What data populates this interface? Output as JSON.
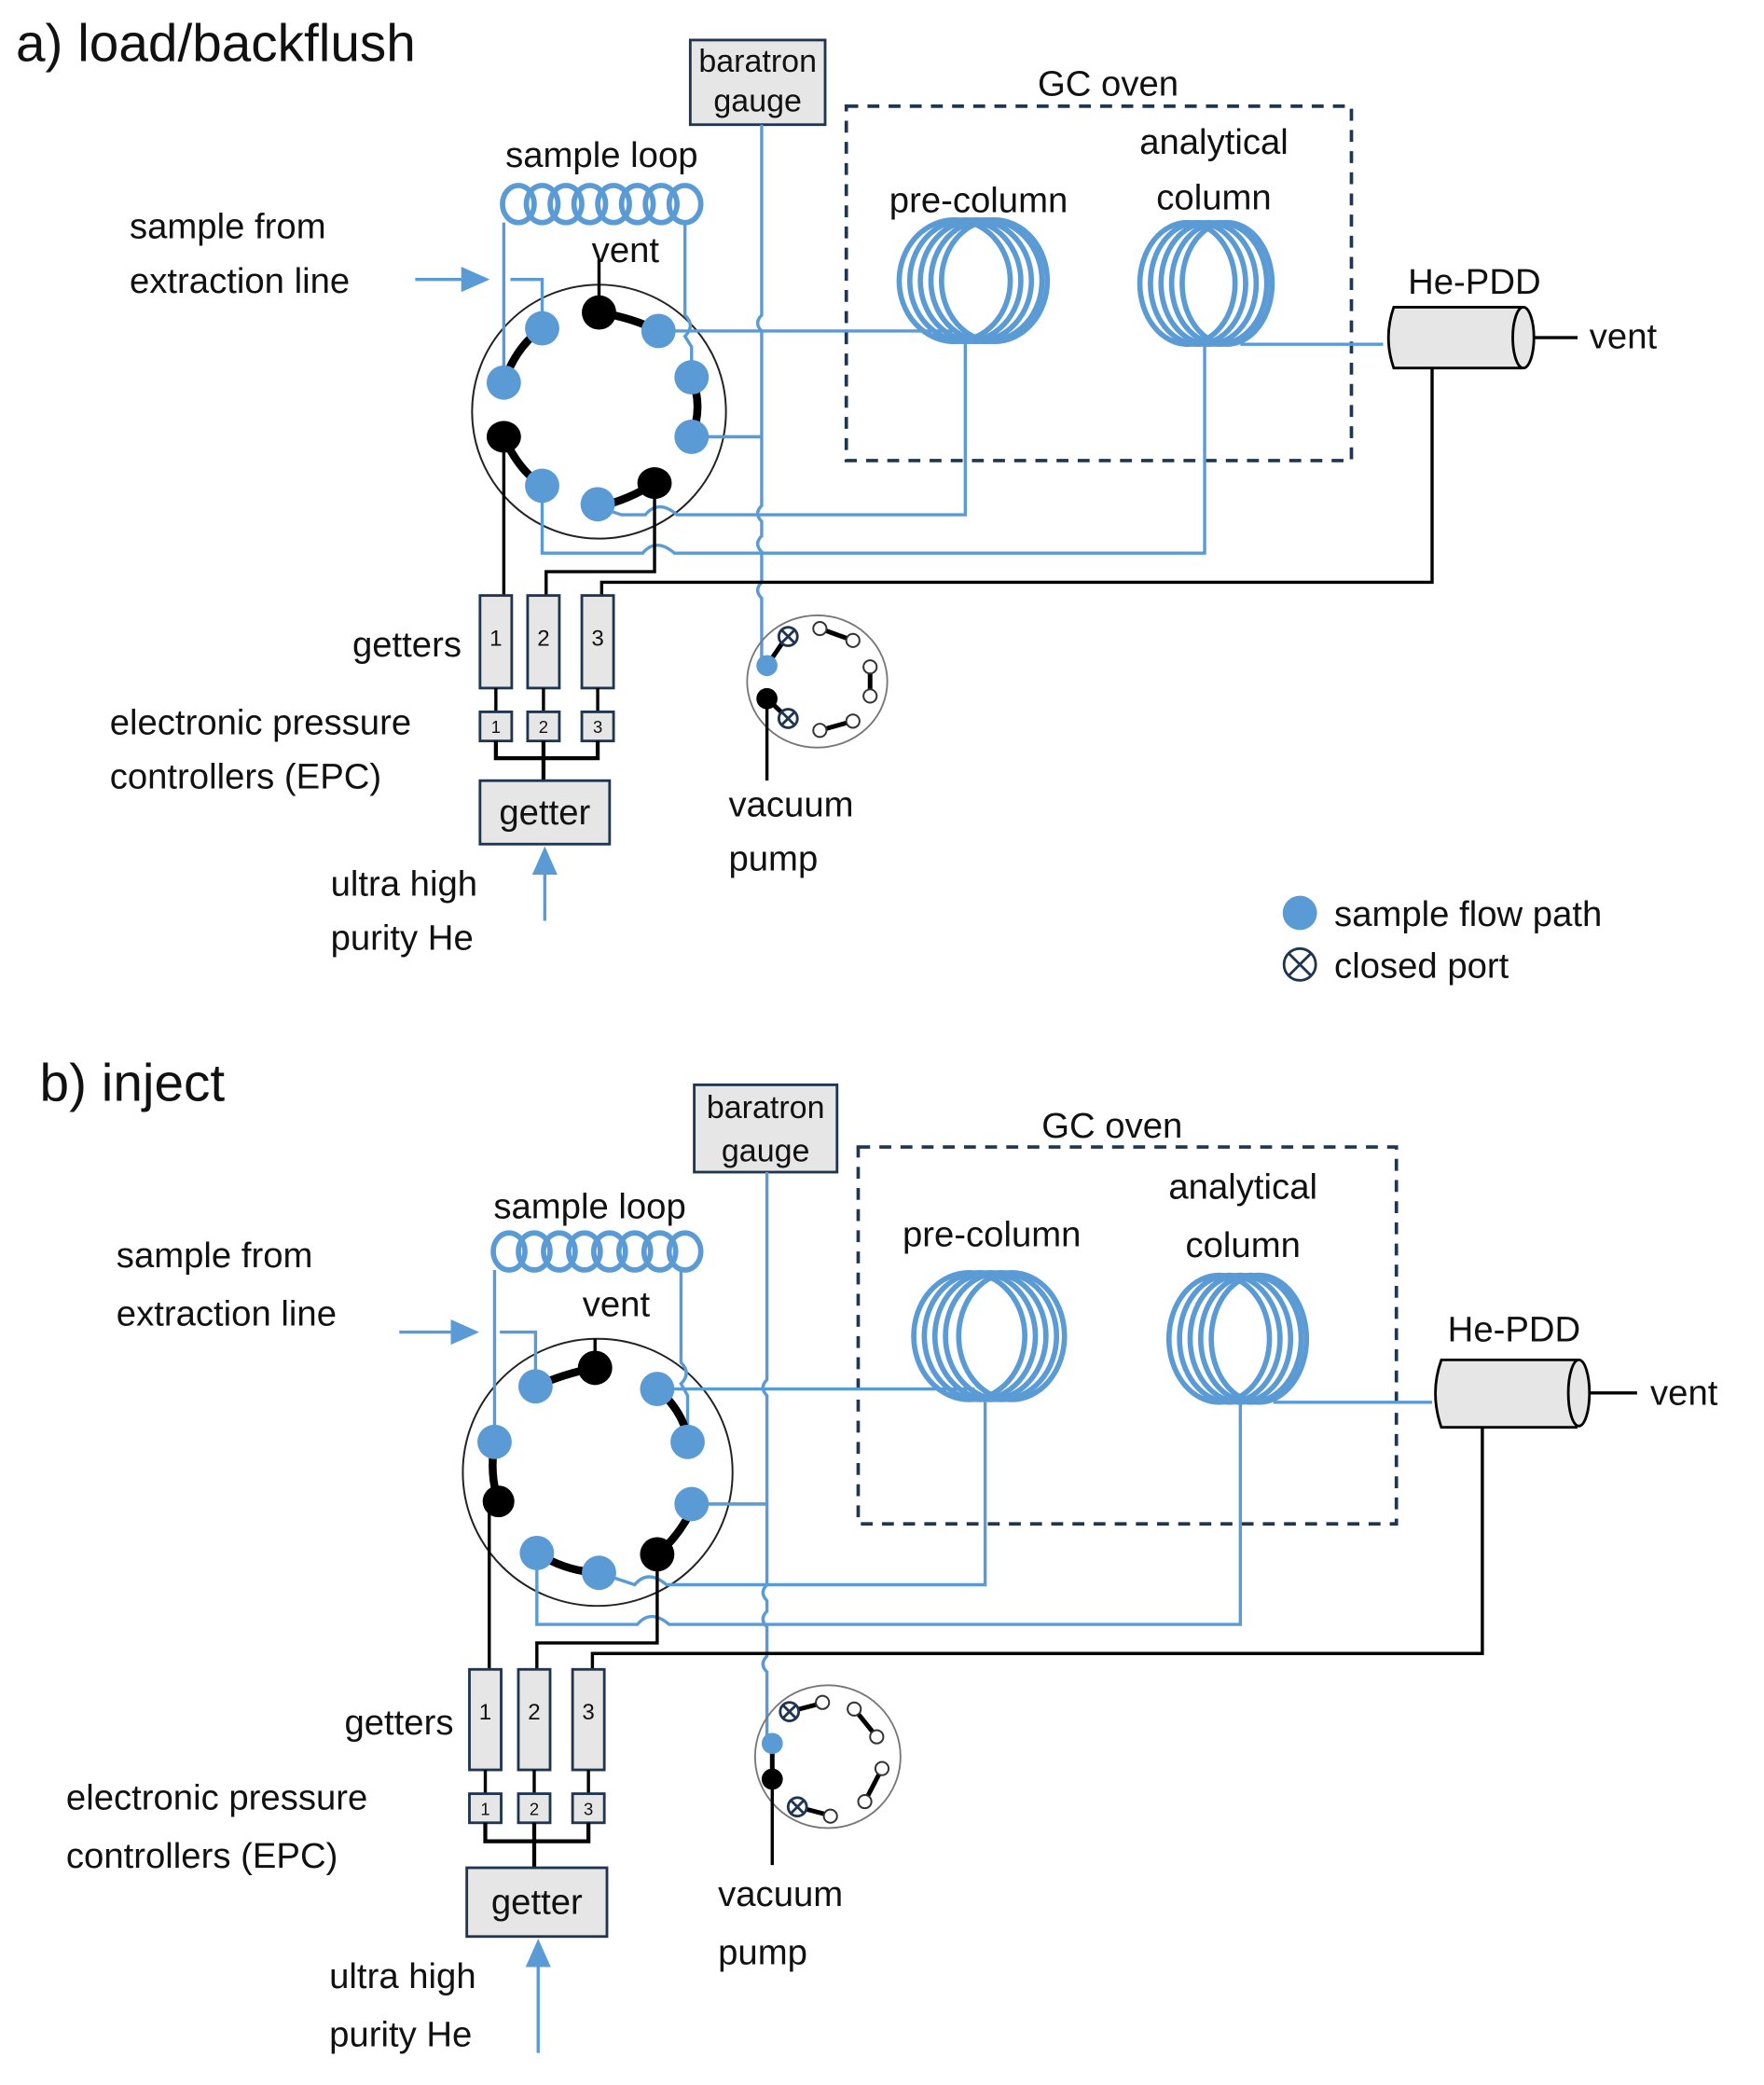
{
  "figure": {
    "panels": [
      {
        "id": "a",
        "title": "a) load/backflush",
        "labels": {
          "baratron_line1": "baratron",
          "baratron_line2": "gauge",
          "gc_oven": "GC oven",
          "sample_loop": "sample loop",
          "sample_from_line1": "sample from",
          "sample_from_line2": "extraction line",
          "valve_vent": "vent",
          "pre_column": "pre-column",
          "analytical_line1": "analytical",
          "analytical_line2": "column",
          "detector": "He-PDD",
          "detector_vent": "vent",
          "getters": "getters",
          "epc_line1": "electronic pressure",
          "epc_line2": "controllers (EPC)",
          "getter_box": "getter",
          "he_line1": "ultra high",
          "he_line2": "purity He",
          "pump_line1": "vacuum",
          "pump_line2": "pump"
        },
        "getter_numbers": [
          "1",
          "2",
          "3"
        ],
        "epc_numbers": [
          "1",
          "2",
          "3"
        ],
        "valve_state": "load/backflush"
      },
      {
        "id": "b",
        "title": "b) inject",
        "labels": {
          "baratron_line1": "baratron",
          "baratron_line2": "gauge",
          "gc_oven": "GC oven",
          "sample_loop": "sample loop",
          "sample_from_line1": "sample from",
          "sample_from_line2": "extraction line",
          "valve_vent": "vent",
          "pre_column": "pre-column",
          "analytical_line1": "analytical",
          "analytical_line2": "column",
          "detector": "He-PDD",
          "detector_vent": "vent",
          "getters": "getters",
          "epc_line1": "electronic pressure",
          "epc_line2": "controllers (EPC)",
          "getter_box": "getter",
          "he_line1": "ultra high",
          "he_line2": "purity He",
          "pump_line1": "vacuum",
          "pump_line2": "pump"
        },
        "getter_numbers": [
          "1",
          "2",
          "3"
        ],
        "epc_numbers": [
          "1",
          "2",
          "3"
        ],
        "valve_state": "inject"
      }
    ],
    "legend": {
      "items": [
        {
          "icon": "filled-blue-circle-icon",
          "label": "sample flow path"
        },
        {
          "icon": "closed-port-icon",
          "label": "closed port"
        }
      ]
    },
    "colors": {
      "sample_flow": "#5b9bd5",
      "carrier_line": "#000000",
      "box_fill": "#e6e6e6",
      "box_stroke": "#1f3550"
    }
  }
}
